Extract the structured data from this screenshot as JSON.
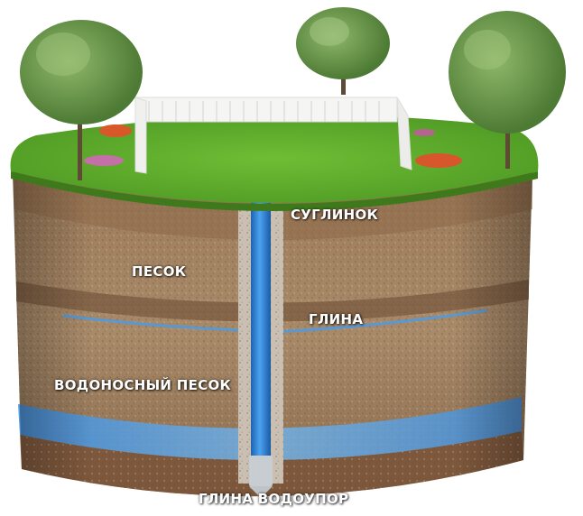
{
  "layers": {
    "loam": "СУГЛИНОК",
    "sand": "ПЕСОК",
    "clay": "ГЛИНА",
    "aquifer_sand": "ВОДОНОСНЫЙ ПЕСОК",
    "clay_aquitard": "ГЛИНА ВОДОУПОР"
  },
  "colors": {
    "grass": "#5fa82e",
    "soil": "#a98a67",
    "soil_dark": "#7a5a3e",
    "water": "#3d8fe0",
    "pipe": "#2f86d8",
    "fence": "#f4f4f2"
  },
  "icons": [
    "tree-icon",
    "fence-icon",
    "flowerbed-icon",
    "well-cap-icon"
  ]
}
